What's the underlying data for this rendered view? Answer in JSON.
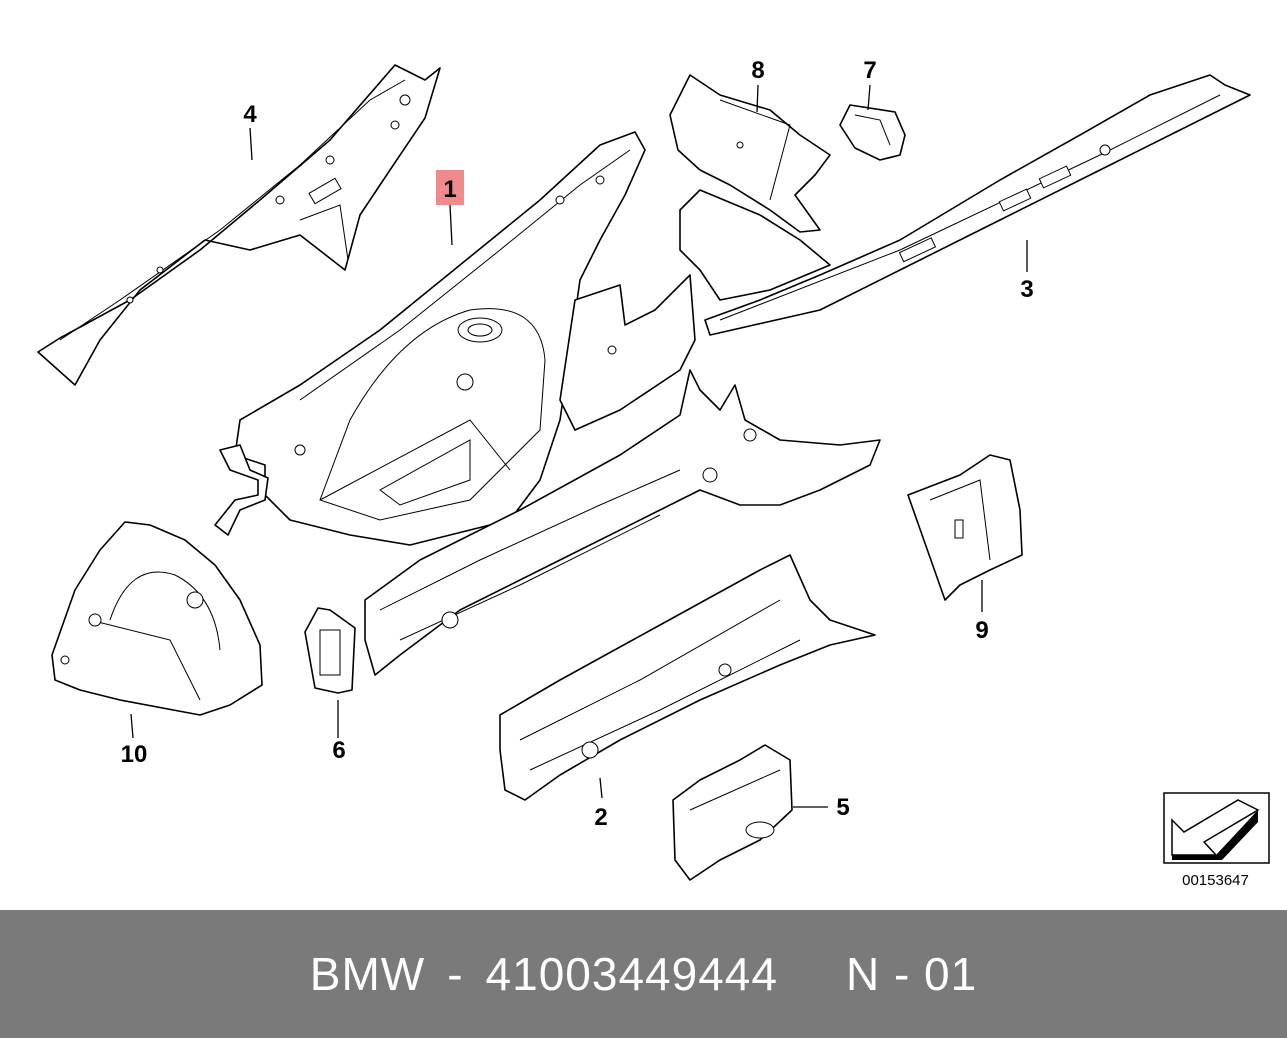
{
  "diagram": {
    "callouts": [
      {
        "id": "1",
        "label": "1",
        "highlighted": true
      },
      {
        "id": "2",
        "label": "2"
      },
      {
        "id": "3",
        "label": "3"
      },
      {
        "id": "4",
        "label": "4"
      },
      {
        "id": "5",
        "label": "5"
      },
      {
        "id": "6",
        "label": "6"
      },
      {
        "id": "7",
        "label": "7"
      },
      {
        "id": "8",
        "label": "8"
      },
      {
        "id": "9",
        "label": "9"
      },
      {
        "id": "10",
        "label": "10"
      }
    ],
    "highlight_color": "#f08a8c",
    "reference_number": "00153647",
    "direction_icon": "arrow-front-left-icon"
  },
  "footer": {
    "brand": "BMW",
    "separator": "-",
    "part_number": "41003449444",
    "position_code": "N - 01",
    "background": "#7a7a7a"
  }
}
